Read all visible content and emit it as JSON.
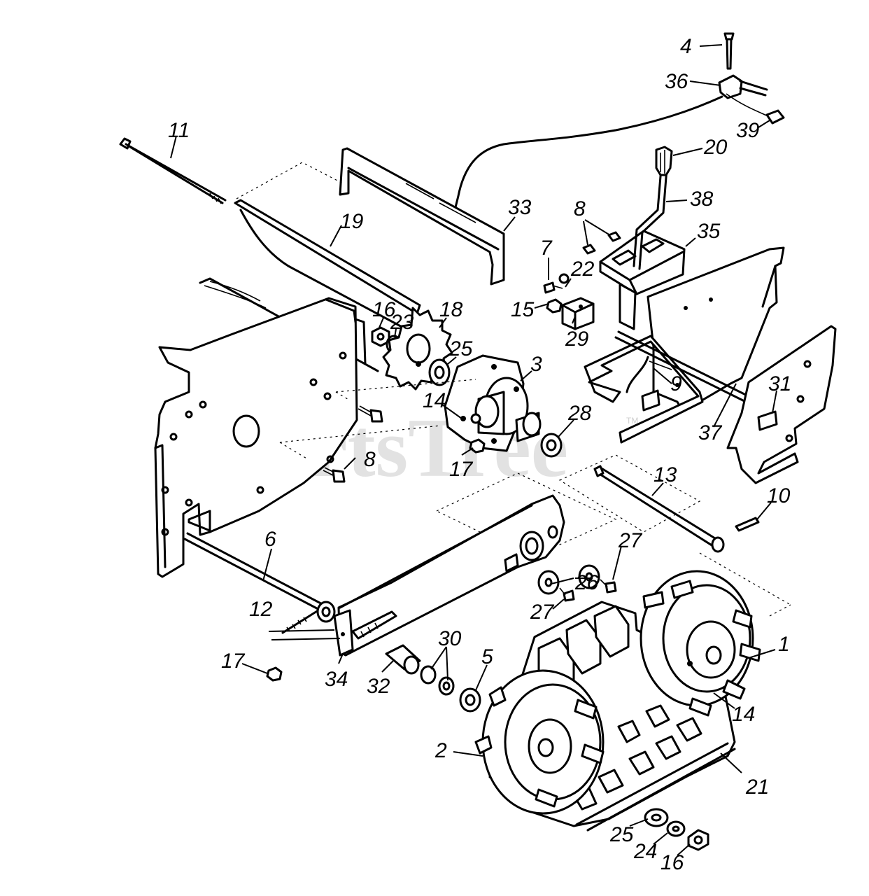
{
  "watermark": {
    "text": "PartsTree",
    "trademark": "TM"
  },
  "callouts": [
    {
      "id": "c4",
      "text": "4"
    },
    {
      "id": "c36",
      "text": "36"
    },
    {
      "id": "c39",
      "text": "39"
    },
    {
      "id": "c11",
      "text": "11"
    },
    {
      "id": "c20",
      "text": "20"
    },
    {
      "id": "c38",
      "text": "38"
    },
    {
      "id": "c33",
      "text": "33"
    },
    {
      "id": "c8a",
      "text": "8"
    },
    {
      "id": "c35",
      "text": "35"
    },
    {
      "id": "c19",
      "text": "19"
    },
    {
      "id": "c7",
      "text": "7"
    },
    {
      "id": "c22",
      "text": "22"
    },
    {
      "id": "c15",
      "text": "15"
    },
    {
      "id": "c16a",
      "text": "16"
    },
    {
      "id": "c23",
      "text": "23"
    },
    {
      "id": "c18",
      "text": "18"
    },
    {
      "id": "c25a",
      "text": "25"
    },
    {
      "id": "c3",
      "text": "3"
    },
    {
      "id": "c29",
      "text": "29"
    },
    {
      "id": "c9",
      "text": "9"
    },
    {
      "id": "c31",
      "text": "31"
    },
    {
      "id": "c14a",
      "text": "14"
    },
    {
      "id": "c28",
      "text": "28"
    },
    {
      "id": "c37",
      "text": "37"
    },
    {
      "id": "c8b",
      "text": "8"
    },
    {
      "id": "c17a",
      "text": "17"
    },
    {
      "id": "c13",
      "text": "13"
    },
    {
      "id": "c10",
      "text": "10"
    },
    {
      "id": "c6",
      "text": "6"
    },
    {
      "id": "c27a",
      "text": "27"
    },
    {
      "id": "c26",
      "text": "26"
    },
    {
      "id": "c27b",
      "text": "27"
    },
    {
      "id": "c12",
      "text": "12"
    },
    {
      "id": "c30",
      "text": "30"
    },
    {
      "id": "c1",
      "text": "1"
    },
    {
      "id": "c5",
      "text": "5"
    },
    {
      "id": "c17b",
      "text": "17"
    },
    {
      "id": "c34",
      "text": "34"
    },
    {
      "id": "c32",
      "text": "32"
    },
    {
      "id": "c14b",
      "text": "14"
    },
    {
      "id": "c2",
      "text": "2"
    },
    {
      "id": "c21",
      "text": "21"
    },
    {
      "id": "c25b",
      "text": "25"
    },
    {
      "id": "c24",
      "text": "24"
    },
    {
      "id": "c16b",
      "text": "16"
    }
  ]
}
